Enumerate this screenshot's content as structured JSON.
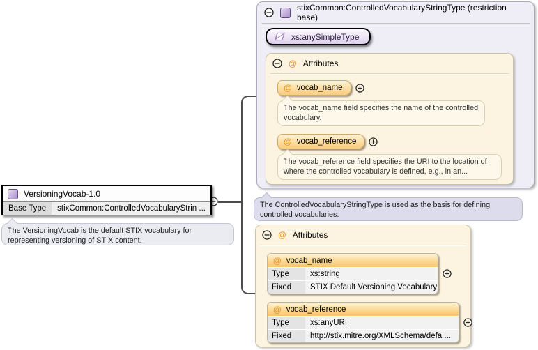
{
  "element_box": {
    "title": "VersioningVocab-1.0",
    "base_type_label": "Base Type",
    "base_type_value": "stixCommon:ControlledVocabularyStrin ...",
    "annotation": "The VersioningVocab is the default STIX vocabulary for representing versioning of STIX content."
  },
  "base_type_box": {
    "title": "stixCommon:ControlledVocabularyStringType (restriction base)",
    "simple_type_label": "xs:anySimpleType",
    "attributes_header": "Attributes",
    "attributes": [
      {
        "name": "vocab_name",
        "description": "The vocab_name field specifies the name of the controlled vocabulary."
      },
      {
        "name": "vocab_reference",
        "description": "The vocab_reference field specifies the URI to the location of where the controlled vocabulary is defined, e.g., in an..."
      }
    ],
    "annotation": "The ControlledVocabularyStringType is used as the basis for defining controlled vocabularies."
  },
  "attributes_box": {
    "attributes_header": "Attributes",
    "attributes": [
      {
        "name": "vocab_name",
        "rows": [
          {
            "label": "Type",
            "value": "xs:string"
          },
          {
            "label": "Fixed",
            "value": "STIX Default Versioning Vocabulary"
          }
        ]
      },
      {
        "name": "vocab_reference",
        "rows": [
          {
            "label": "Type",
            "value": "xs:anyURI"
          },
          {
            "label": "Fixed",
            "value": "http://stix.mitre.org/XMLSchema/defa ..."
          }
        ]
      }
    ]
  },
  "colors": {
    "accent_orange": "#e6982b",
    "panel_cream": "#fcf4e1",
    "box_lavender": "#efeef6",
    "note_lavender": "#dcdcec",
    "type_icon_purple": "#a88fc9"
  }
}
